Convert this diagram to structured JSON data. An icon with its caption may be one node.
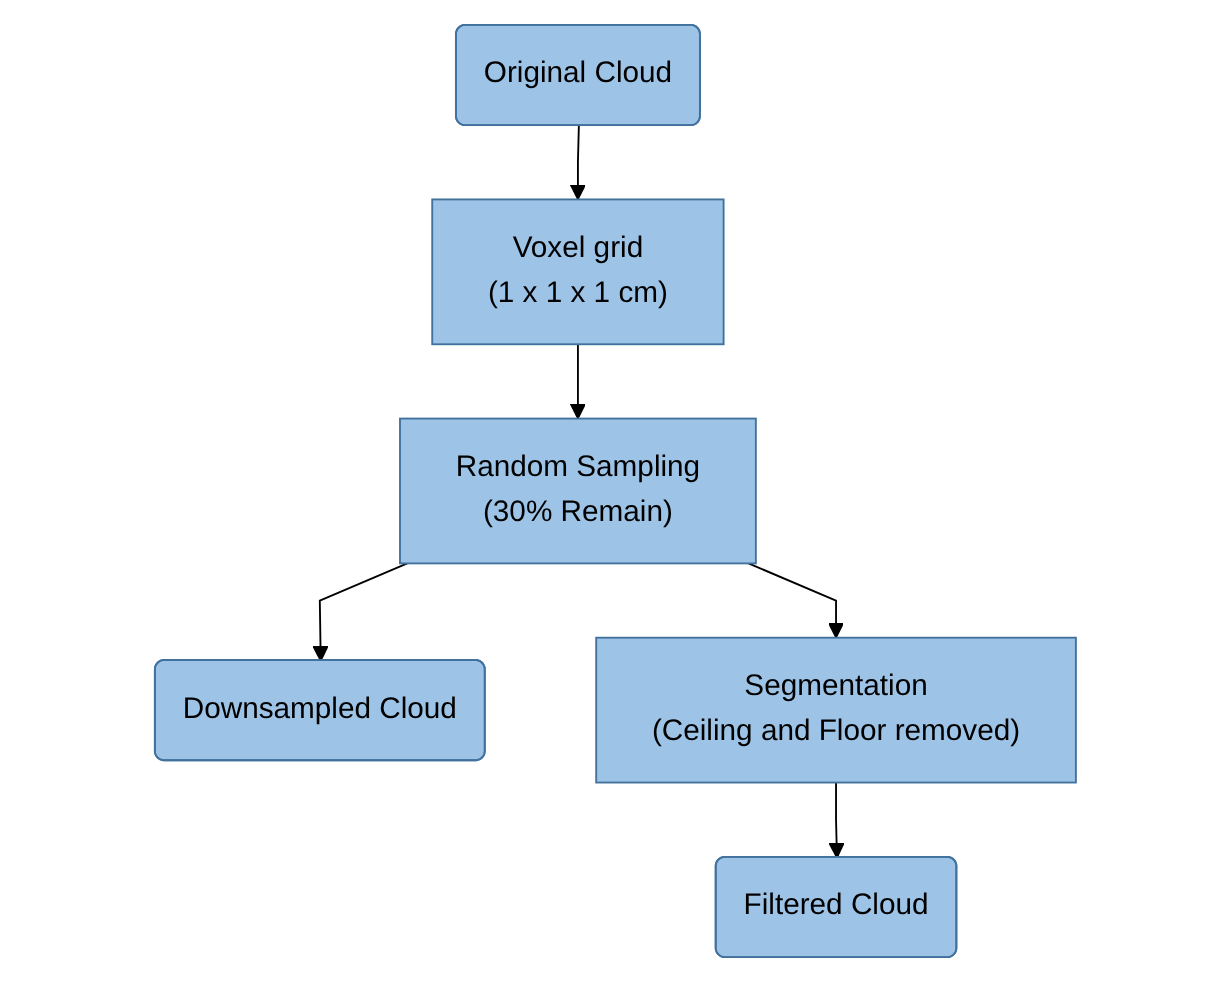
{
  "diagram": {
    "nodes": [
      {
        "text": [
          "Original Cloud"
        ]
      },
      {
        "text": [
          "Voxel grid",
          "(1 x 1 x 1 cm)"
        ]
      },
      {
        "text": [
          "Random Sampling",
          "(30% Remain)"
        ]
      },
      {
        "text": [
          "Downsampled Cloud"
        ]
      },
      {
        "text": [
          "Segmentation",
          "(Ceiling and Floor removed)"
        ]
      },
      {
        "text": [
          "Filtered Cloud"
        ]
      }
    ],
    "edges": [
      {
        "from": 0,
        "to": 1,
        "arrow": "to"
      },
      {
        "from": 1,
        "to": 2,
        "arrow": "to"
      },
      {
        "from": 2,
        "to": 3,
        "arrow": "to"
      },
      {
        "from": 2,
        "to": 4,
        "arrow": "to"
      },
      {
        "from": 4,
        "to": 5,
        "arrow": "to"
      }
    ]
  }
}
